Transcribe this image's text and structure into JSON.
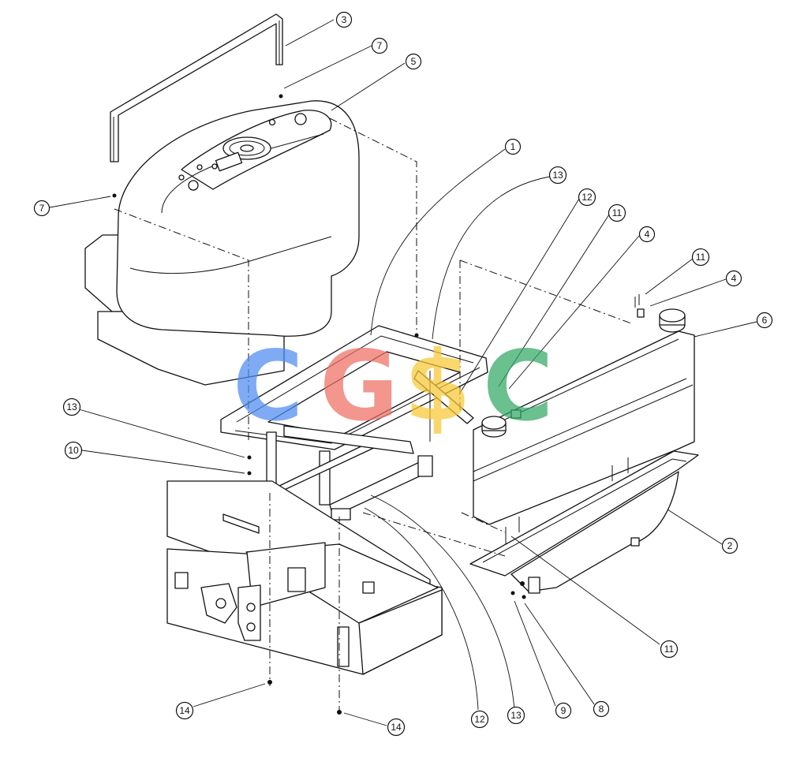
{
  "watermark": {
    "letters": [
      {
        "char": "C",
        "color": "#4f8cf0"
      },
      {
        "char": "G",
        "color": "#ef6f64"
      },
      {
        "char": "$",
        "color": "#f7c935"
      },
      {
        "char": "C",
        "color": "#32a864"
      }
    ]
  },
  "callouts": [
    {
      "id": "c1",
      "label": "1"
    },
    {
      "id": "c2",
      "label": "2"
    },
    {
      "id": "c3",
      "label": "3"
    },
    {
      "id": "c4a",
      "label": "4"
    },
    {
      "id": "c4b",
      "label": "4"
    },
    {
      "id": "c5",
      "label": "5"
    },
    {
      "id": "c6",
      "label": "6"
    },
    {
      "id": "c7a",
      "label": "7"
    },
    {
      "id": "c7b",
      "label": "7"
    },
    {
      "id": "c8",
      "label": "8"
    },
    {
      "id": "c9",
      "label": "9"
    },
    {
      "id": "c10",
      "label": "10"
    },
    {
      "id": "c11a",
      "label": "11"
    },
    {
      "id": "c11b",
      "label": "11"
    },
    {
      "id": "c11c",
      "label": "11"
    },
    {
      "id": "c12a",
      "label": "12"
    },
    {
      "id": "c12b",
      "label": "12"
    },
    {
      "id": "c13a",
      "label": "13"
    },
    {
      "id": "c13b",
      "label": "13"
    },
    {
      "id": "c13c",
      "label": "13"
    },
    {
      "id": "c14a",
      "label": "14"
    },
    {
      "id": "c14b",
      "label": "14"
    }
  ]
}
